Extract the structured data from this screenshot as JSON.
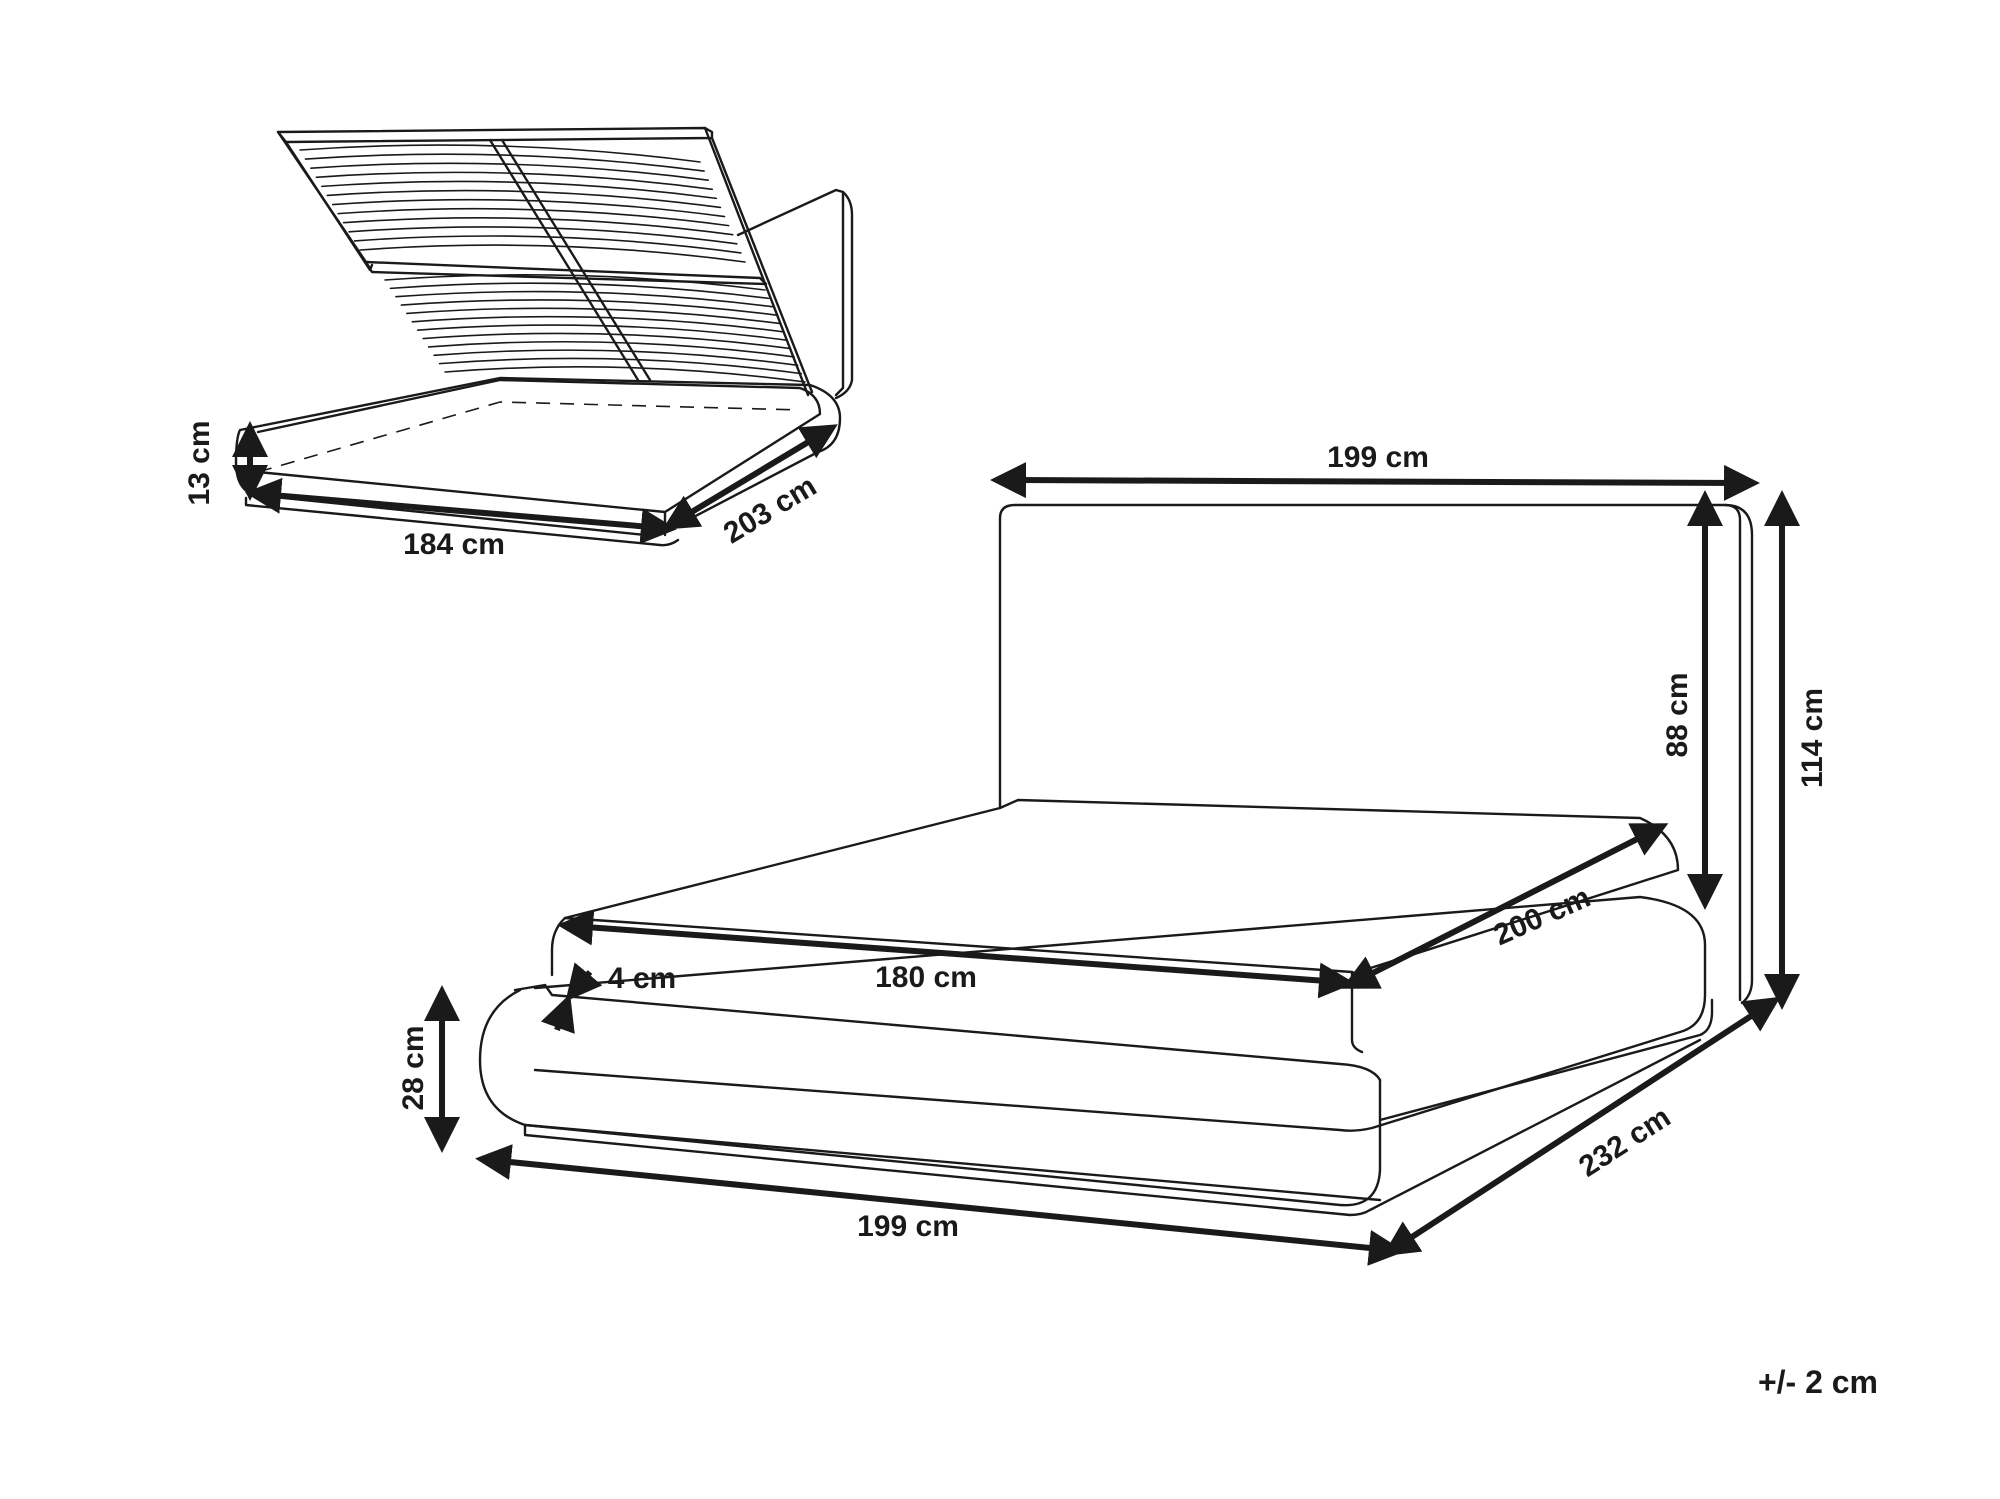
{
  "diagram": {
    "tolerance": "+/- 2 cm",
    "small_view": {
      "height_storage": "13 cm",
      "inner_width": "184 cm",
      "inner_length": "203 cm"
    },
    "main_view": {
      "headboard_width": "199 cm",
      "headboard_height": "88 cm",
      "total_height": "114 cm",
      "mattress_width": "180 cm",
      "mattress_length": "200 cm",
      "platform_lip": "4 cm",
      "frame_height": "28 cm",
      "frame_width": "199 cm",
      "total_length": "232 cm"
    }
  }
}
